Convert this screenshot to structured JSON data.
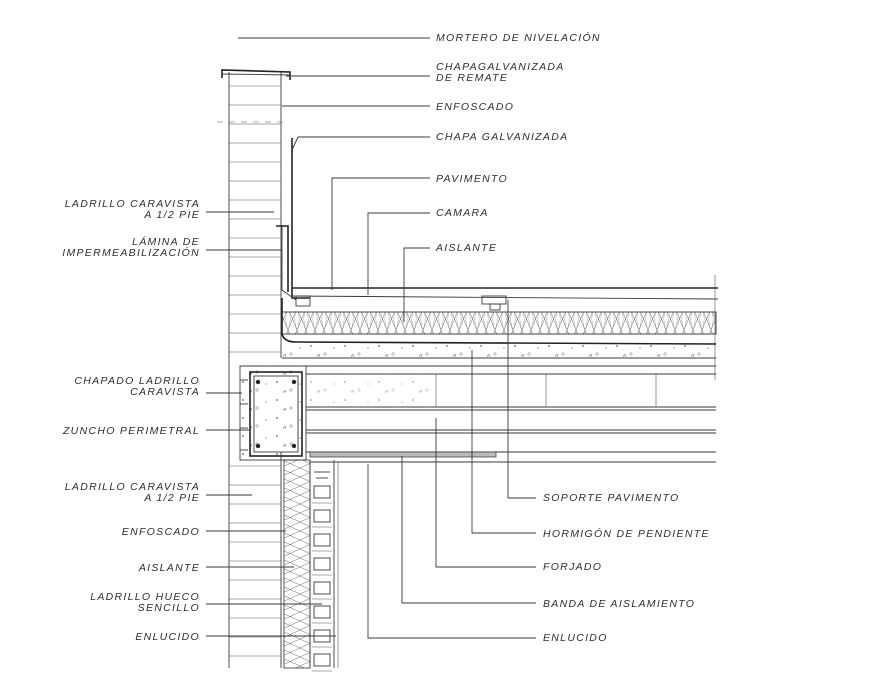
{
  "labels_right": [
    {
      "id": "mortero",
      "lines": [
        "MORTERO DE NIVELACIÓN"
      ]
    },
    {
      "id": "chapa-remate",
      "lines": [
        "CHAPAGALVANIZADA",
        "DE REMATE"
      ]
    },
    {
      "id": "enfoscado-top",
      "lines": [
        "ENFOSCADO"
      ]
    },
    {
      "id": "chapa-galv",
      "lines": [
        "CHAPA GALVANIZADA"
      ]
    },
    {
      "id": "pavimento",
      "lines": [
        "PAVIMENTO"
      ]
    },
    {
      "id": "camara",
      "lines": [
        "CAMARA"
      ]
    },
    {
      "id": "aislante-top",
      "lines": [
        "AISLANTE"
      ]
    },
    {
      "id": "soporte",
      "lines": [
        "SOPORTE PAVIMENTO"
      ]
    },
    {
      "id": "hormigon",
      "lines": [
        "HORMIGÓN DE PENDIENTE"
      ]
    },
    {
      "id": "forjado",
      "lines": [
        "FORJADO"
      ]
    },
    {
      "id": "banda",
      "lines": [
        "BANDA DE AISLAMIENTO"
      ]
    },
    {
      "id": "enlucido-right",
      "lines": [
        "ENLUCIDO"
      ]
    }
  ],
  "labels_left": [
    {
      "id": "ladrillo-cara-top",
      "lines": [
        "LADRILLO CARAVISTA",
        "A 1/2 PIE"
      ]
    },
    {
      "id": "lamina",
      "lines": [
        "LÁMINA DE",
        "IMPERMEABILIZACIÓN"
      ]
    },
    {
      "id": "chapado",
      "lines": [
        "CHAPADO LADRILLO",
        "CARAVISTA"
      ]
    },
    {
      "id": "zuncho",
      "lines": [
        "ZUNCHO PERIMETRAL"
      ]
    },
    {
      "id": "ladrillo-cara-bottom",
      "lines": [
        "LADRILLO CARAVISTA",
        "A 1/2 PIE"
      ]
    },
    {
      "id": "enfoscado-left",
      "lines": [
        "ENFOSCADO"
      ]
    },
    {
      "id": "aislante-left",
      "lines": [
        "AISLANTE"
      ]
    },
    {
      "id": "ladrillo-hueco",
      "lines": [
        "LADRILLO HUECO",
        "SENCILLO"
      ]
    },
    {
      "id": "enlucido-left",
      "lines": [
        "ENLUCIDO"
      ]
    }
  ],
  "colors": {
    "line": "#3a3a3a",
    "text": "#2e2e2e",
    "background": "#ffffff"
  }
}
